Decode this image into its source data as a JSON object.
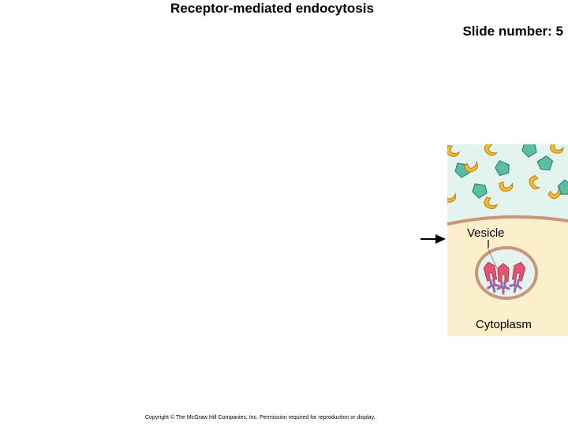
{
  "slide": {
    "title": "Receptor-mediated endocytosis",
    "slide_number": "Slide number: 5",
    "copyright": "Copyright © The McGraw Hill Companies, Inc. Permission required for reproduction or display."
  },
  "diagram": {
    "labels": {
      "vesicle": "Vesicle",
      "cytoplasm": "Cytoplasm"
    },
    "colors": {
      "extracellular": "#e3f3ee",
      "cytoplasm": "#fbefcc",
      "membrane": "#c99677",
      "teal_molecule": "#5cbda6",
      "yellow_molecule": "#f2bc2e",
      "receptor": "#e8546f",
      "adaptor": "#a363a3"
    }
  }
}
